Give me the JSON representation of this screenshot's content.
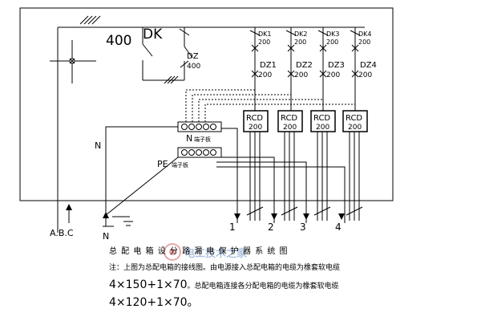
{
  "main_switch": {
    "rating": "400",
    "label": "DK"
  },
  "incoming_breaker": {
    "label": "DZ",
    "rating": "400"
  },
  "feeders": [
    {
      "dk": "DK1",
      "dk_rating": "200",
      "dz": "DZ1",
      "dz_rating": "200",
      "rcd": "RCD",
      "rcd_rating": "200",
      "outlet": "1"
    },
    {
      "dk": "DK2",
      "dk_rating": "200",
      "dz": "DZ2",
      "dz_rating": "200",
      "rcd": "RCD",
      "rcd_rating": "200",
      "outlet": "2"
    },
    {
      "dk": "DK3",
      "dk_rating": "200",
      "dz": "DZ3",
      "dz_rating": "200",
      "rcd": "RCD",
      "rcd_rating": "200",
      "outlet": "3"
    },
    {
      "dk": "DK4",
      "dk_rating": "200",
      "dz": "DZ4",
      "dz_rating": "200",
      "rcd": "RCD",
      "rcd_rating": "200",
      "outlet": "4"
    }
  ],
  "terminal_blocks": {
    "n_label": "N",
    "n_suffix": "端子板",
    "pe_label": "PE",
    "pe_suffix": "端子板"
  },
  "labels": {
    "n_side": "N",
    "abc": "A.B.C",
    "n_bottom": "N"
  },
  "caption": {
    "title": "总 配 电 箱 设 分 路 漏 电 保 护 器 系 统 图",
    "note1": "注：上图为总配电箱的接线图。由电源接入总配电箱的电缆为橡套软电缆",
    "spec1": "4×150+1×70",
    "note2": "。总配电箱连接各分配电箱的电缆为橡套软电缆",
    "spec2": "4×120+1×70。"
  },
  "watermark": "电工技术之家"
}
